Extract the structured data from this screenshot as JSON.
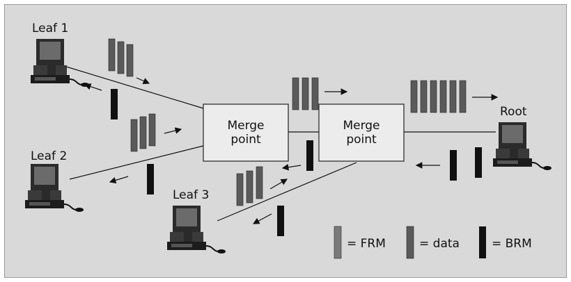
{
  "nodes": {
    "leaf1": "Leaf 1",
    "leaf2": "Leaf 2",
    "leaf3": "Leaf 3",
    "root": "Root"
  },
  "merge_points": [
    {
      "line1": "Merge",
      "line2": "point"
    },
    {
      "line1": "Merge",
      "line2": "point"
    }
  ],
  "legend": {
    "frm": "= FRM",
    "data": "= data",
    "brm": "= BRM"
  },
  "colors": {
    "background": "#d9d9d9",
    "merge_box": "#ececec",
    "frm_cell": "#7a7a7a",
    "data_cell": "#5a5a5a",
    "brm_cell": "#111111"
  }
}
